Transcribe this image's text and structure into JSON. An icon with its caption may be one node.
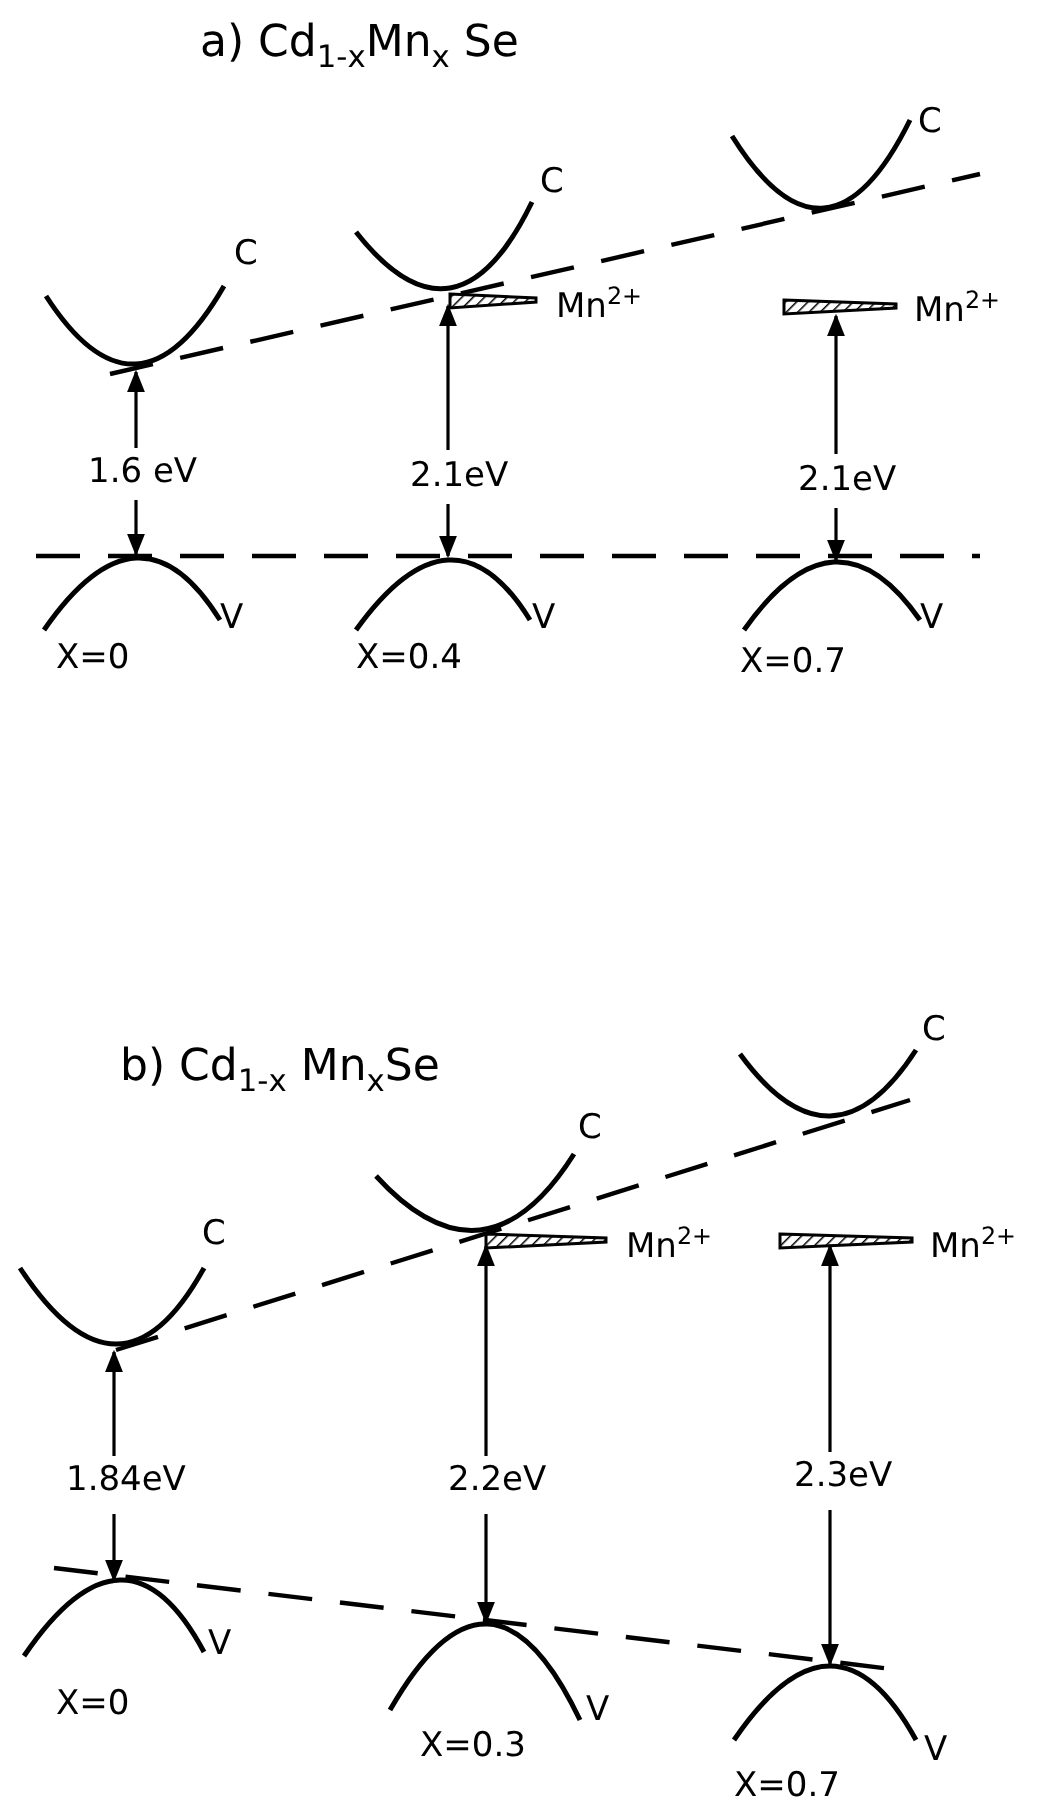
{
  "diagram": {
    "labels": [
      "a) Cd$_{1-x}$Mn$_{x}$ Se",
      "C",
      "C",
      "C",
      "Mn$^{2+}$",
      "Mn$^{2+}$",
      "1.6 eV",
      "2.1eV",
      "2.1eV",
      "V",
      "V",
      "V",
      "X=0",
      "X=0.4",
      "X=0.7",
      "b) Cd$_{1-x}$ Mn$_{x}$Se",
      "C",
      "C",
      "C",
      "Mn$^{2+}$",
      "Mn$^{2+}$",
      "1.84eV",
      "2.2eV",
      "2.3eV",
      "V",
      "X=0",
      "V",
      "X=0.3",
      "V",
      "X=0.7"
    ]
  }
}
